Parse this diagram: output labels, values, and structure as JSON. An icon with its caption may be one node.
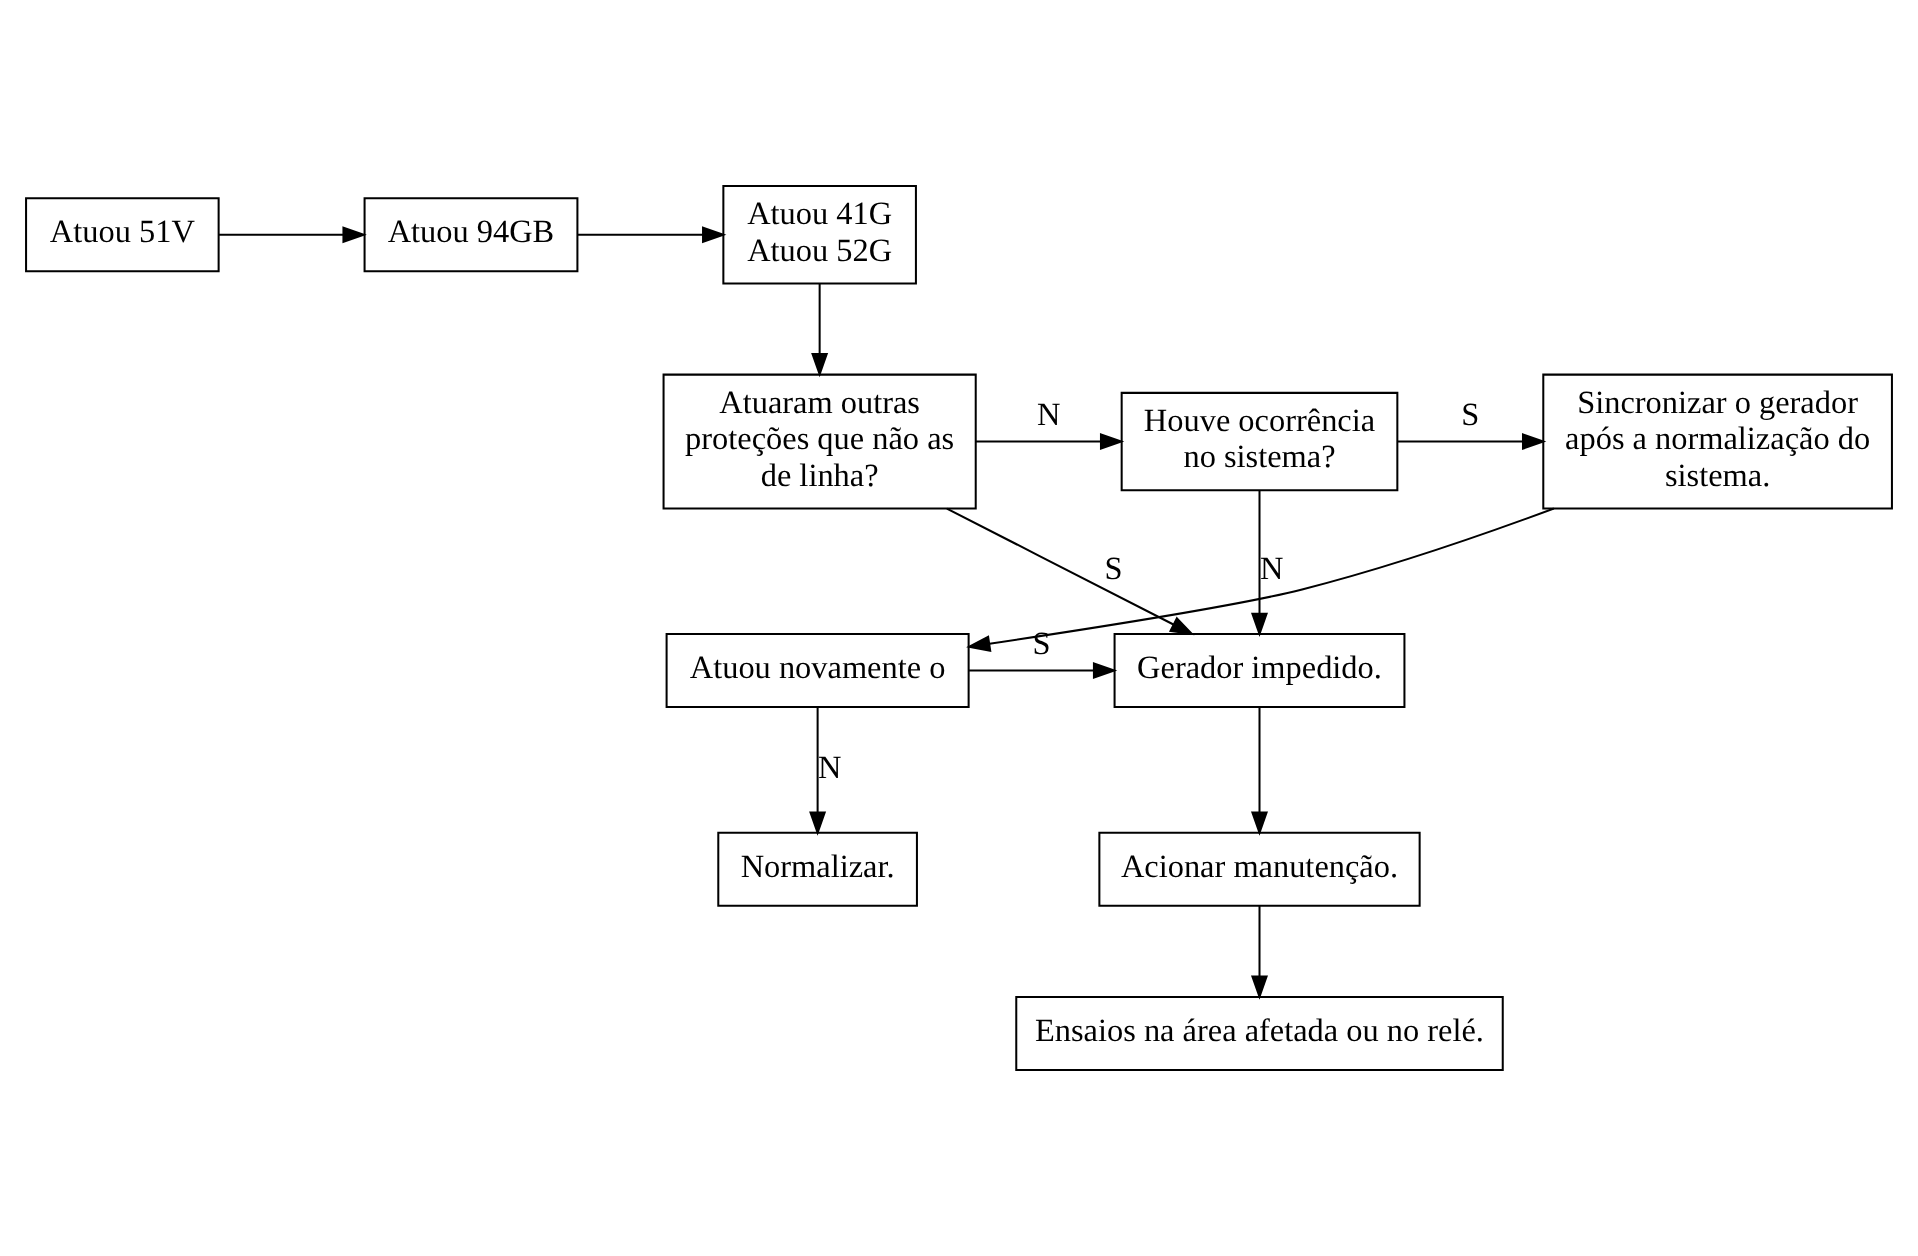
{
  "diagram": {
    "nodes": [
      {
        "text": [
          "Atuou 51V"
        ]
      },
      {
        "text": [
          "Atuou 94GB"
        ]
      },
      {
        "text": [
          "Atuou 41G",
          "Atuou 52G"
        ]
      },
      {
        "text": [
          "Atuaram outras proteções que não as de linha?"
        ]
      },
      {
        "text": [
          "Houve ocorrência no sistema?"
        ]
      },
      {
        "text": [
          "Sincronizar o gerador após a normalização do sistema."
        ]
      },
      {
        "text": [
          "Gerador impedido."
        ]
      },
      {
        "text": [
          "Atuou novamente o"
        ]
      },
      {
        "text": [
          "Acionar manutenção."
        ]
      },
      {
        "text": [
          "Normalizar."
        ]
      },
      {
        "text": [
          "Ensaios na área afetada ou no relé."
        ]
      }
    ],
    "edges": [
      {
        "from": 0,
        "to": 1,
        "arrow": "to"
      },
      {
        "from": 1,
        "to": 2,
        "arrow": "to"
      },
      {
        "from": 2,
        "to": 3,
        "arrow": "to"
      },
      {
        "from": 3,
        "to": 4,
        "arrow": "to",
        "label": "N"
      },
      {
        "from": 4,
        "to": 5,
        "arrow": "to",
        "label": "S"
      },
      {
        "from": 3,
        "to": 6,
        "arrow": "to",
        "label": "S"
      },
      {
        "from": 4,
        "to": 6,
        "arrow": "to",
        "label": "N"
      },
      {
        "from": 5,
        "to": 7,
        "arrow": "to"
      },
      {
        "from": 7,
        "to": 6,
        "arrow": "to",
        "label": "S"
      },
      {
        "from": 7,
        "to": 9,
        "arrow": "to",
        "label": "N"
      },
      {
        "from": 6,
        "to": 8,
        "arrow": "to"
      },
      {
        "from": 8,
        "to": 10,
        "arrow": "to"
      }
    ]
  }
}
